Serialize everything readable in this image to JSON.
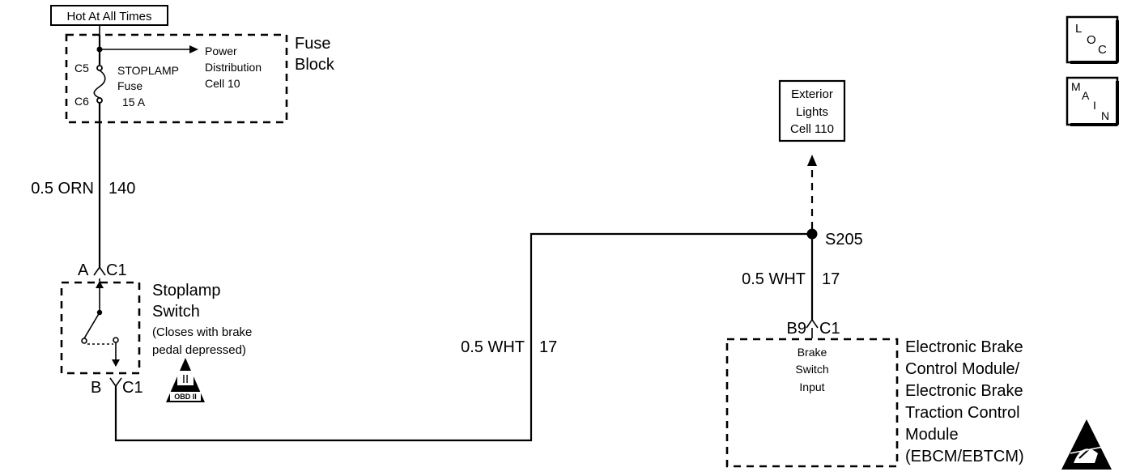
{
  "header": {
    "hot_label": "Hot At All Times"
  },
  "nav_buttons": {
    "loc": [
      "L",
      "O",
      "C"
    ],
    "main": [
      "M",
      "A",
      "I",
      "N"
    ]
  },
  "fuse_block": {
    "title_line1": "Fuse",
    "title_line2": "Block",
    "pin_top": "C5",
    "pin_bottom": "C6",
    "fuse_name": "STOPLAMP",
    "fuse_word": "Fuse",
    "fuse_rating": "15 A",
    "power_line1": "Power",
    "power_line2": "Distribution",
    "power_line3": "Cell 10"
  },
  "wire_140": {
    "gauge_color": "0.5 ORN",
    "circuit": "140"
  },
  "stoplamp_switch": {
    "pin_top": "A",
    "conn_top": "C1",
    "pin_bottom": "B",
    "conn_bottom": "C1",
    "title_line1": "Stoplamp",
    "title_line2": "Switch",
    "note_line1": "(Closes with brake",
    "note_line2": "pedal depressed)",
    "obd_badge_numeral": "II",
    "obd_badge_text": "OBD II"
  },
  "wire_17_mid": {
    "gauge_color": "0.5 WHT",
    "circuit": "17"
  },
  "splice": {
    "label": "S205"
  },
  "exterior_lights": {
    "line1": "Exterior",
    "line2": "Lights",
    "line3": "Cell 110"
  },
  "wire_17_right": {
    "gauge_color": "0.5 WHT",
    "circuit": "17"
  },
  "ebcm": {
    "pin": "B9",
    "conn": "C1",
    "input_line1": "Brake",
    "input_line2": "Switch",
    "input_line3": "Input",
    "title_line1": "Electronic Brake",
    "title_line2": "Control Module/",
    "title_line3": "Electronic Brake",
    "title_line4": "Traction Control",
    "title_line5": "Module",
    "title_line6": "(EBCM/EBTCM)"
  }
}
